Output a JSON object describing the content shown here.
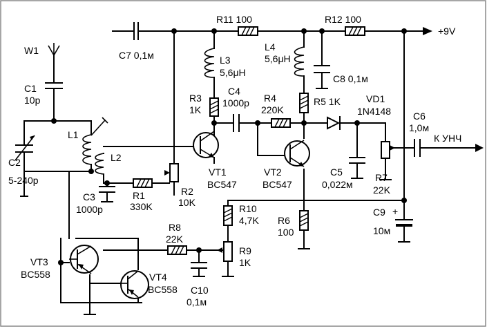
{
  "supply_label": "+9V",
  "output_label": "К УНЧ",
  "components": {
    "W1": "W1",
    "C1": {
      "ref": "C1",
      "value": "10p"
    },
    "C2": {
      "ref": "C2",
      "value": "5-240p"
    },
    "L1": {
      "ref": "L1"
    },
    "L2": {
      "ref": "L2"
    },
    "C3": {
      "ref": "C3",
      "value": "1000p"
    },
    "R1": {
      "ref": "R1",
      "value": "330K"
    },
    "R2": {
      "ref": "R2",
      "value": "10K"
    },
    "C7": {
      "ref": "C7",
      "value": "0,1м"
    },
    "R11": {
      "ref": "R11",
      "value": "100"
    },
    "R12": {
      "ref": "R12",
      "value": "100"
    },
    "L3": {
      "ref": "L3",
      "value": "5,6μH"
    },
    "L4": {
      "ref": "L4",
      "value": "5,6μH"
    },
    "C8": {
      "ref": "C8",
      "value": "0,1м"
    },
    "R3": {
      "ref": "R3",
      "value": "1K"
    },
    "C4": {
      "ref": "C4",
      "value": "1000p"
    },
    "R4": {
      "ref": "R4",
      "value": "220K"
    },
    "R5": {
      "ref": "R5",
      "value": "1K"
    },
    "VD1": {
      "ref": "VD1",
      "value": "1N4148"
    },
    "C6": {
      "ref": "C6",
      "value": "1,0м"
    },
    "VT1": {
      "ref": "VT1",
      "value": "BC547"
    },
    "VT2": {
      "ref": "VT2",
      "value": "BC547"
    },
    "C5": {
      "ref": "C5",
      "value": "0,022м"
    },
    "R7": {
      "ref": "R7",
      "value": "22K"
    },
    "R10": {
      "ref": "R10",
      "value": "4,7K"
    },
    "R6": {
      "ref": "R6",
      "value": "100"
    },
    "C9": {
      "ref": "C9",
      "value": "10м"
    },
    "R8": {
      "ref": "R8",
      "value": "22K"
    },
    "R9": {
      "ref": "R9",
      "value": "1K"
    },
    "C10": {
      "ref": "C10",
      "value": "0,1м"
    },
    "VT3": {
      "ref": "VT3",
      "value": "BC558"
    },
    "VT4": {
      "ref": "VT4",
      "value": "BC558"
    }
  },
  "c9_polarity": "+"
}
